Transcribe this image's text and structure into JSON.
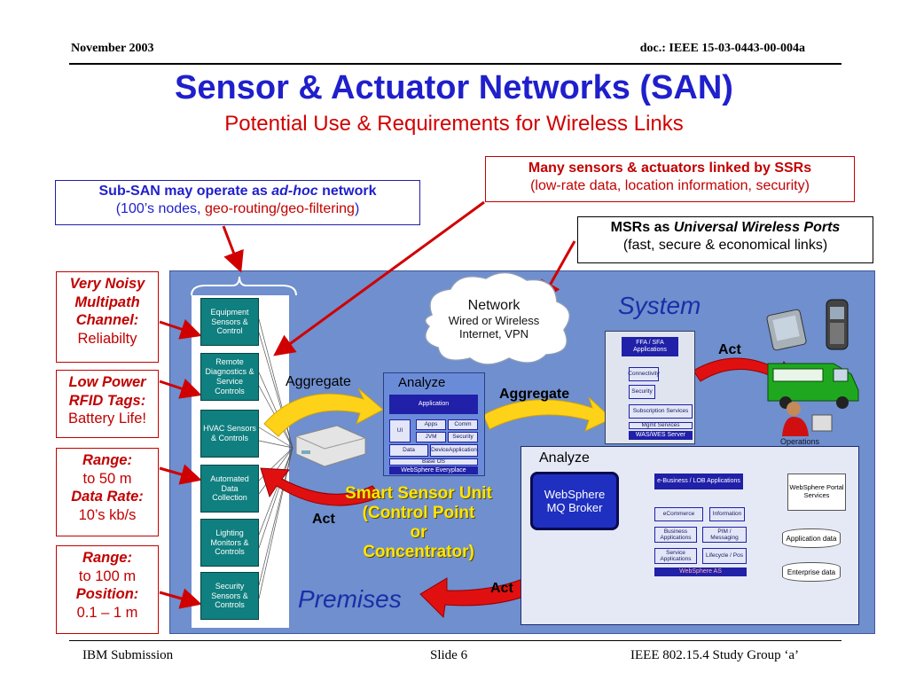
{
  "header": {
    "date": "November 2003",
    "doc": "doc.: IEEE 15-03-0443-00-004a"
  },
  "title": "Sensor & Actuator Networks (SAN)",
  "subtitle": "Potential Use & Requirements for Wireless Links",
  "callouts": {
    "ssr": {
      "line1": "Many sensors & actuators linked by SSRs",
      "line2": "(low-rate data, location information, security)"
    },
    "subsan": {
      "l1a": "Sub-SAN may operate as ",
      "l1b": "ad-hoc",
      "l1c": " network",
      "l2a": "(100’s nodes, ",
      "l2b": "geo-routing/geo-filtering",
      "l2c": ")"
    },
    "msr": {
      "l1a": "MSRs as ",
      "l1b": "Universal Wireless Ports",
      "l2": "(fast, secure & economical links)"
    }
  },
  "sidebar": [
    {
      "lines": [
        "Very Noisy",
        "Multipath",
        "Channel:"
      ],
      "value": "Reliabilty"
    },
    {
      "lines": [
        "Low Power",
        "RFID Tags:"
      ],
      "value": "Battery Life!"
    },
    {
      "l1": "Range:",
      "v1": "to 50 m",
      "l2": "Data Rate:",
      "v2": "10’s kb/s"
    },
    {
      "l1": "Range:",
      "v1": "to 100 m",
      "l2": "Position:",
      "v2": "0.1 – 1 m"
    }
  ],
  "modules": [
    "Equipment Sensors & Control",
    "Remote Diagnostics & Service Controls",
    "HVAC Sensors & Controls",
    "Automated Data Collection",
    "Lighting Monitors & Controls",
    "Security Sensors & Controls"
  ],
  "diagram": {
    "network": [
      "Network",
      "Wired or Wireless",
      "Internet, VPN"
    ],
    "system": "System",
    "premises": "Premises",
    "aggregate_left": "Aggregate",
    "aggregate_right": "Aggregate",
    "analyze_small": "Analyze",
    "analyze_large": "Analyze",
    "act_top": "Act",
    "act_left": "Act",
    "act_bottom": "Act",
    "ssu": [
      "Smart Sensor Unit",
      "(Control Point",
      "or",
      "Concentrator)"
    ],
    "websphere_mq": "WebSphere MQ Broker",
    "websphere_portal": "WebSphere Portal Services",
    "websphere_as": "WebSphere AS",
    "websphere_everyplace": "WebSphere Everyplace",
    "ebusiness": "e-Business / LOB Applications",
    "ecommerce": "eCommerce",
    "information": "Information",
    "business_apps": "Business Applications",
    "pim": "PIM / Messaging",
    "service_apps": "Service Applications",
    "lifecycle": "Lifecycle / Pos",
    "application_data": "Application data",
    "enterprise_data": "Enterprise data",
    "operations": "Operations",
    "ffa": "FFA / SFA Applications",
    "subscription": "Subscription Services",
    "mgmt": "Mgmt Services",
    "was_server": "WAS/WES Server",
    "apps": "Apps",
    "comm": "Comm",
    "jvm": "JVM",
    "security": "Security",
    "ui": "UI",
    "base_os": "Base OS",
    "data_label": "Data",
    "device_app": "DeviceApplication",
    "app_label": "Application",
    "connectivity": "Connectivity"
  },
  "footer": {
    "left": "IBM Submission",
    "center": "Slide 6",
    "right": "IEEE 802.15.4 Study Group ‘a’"
  }
}
